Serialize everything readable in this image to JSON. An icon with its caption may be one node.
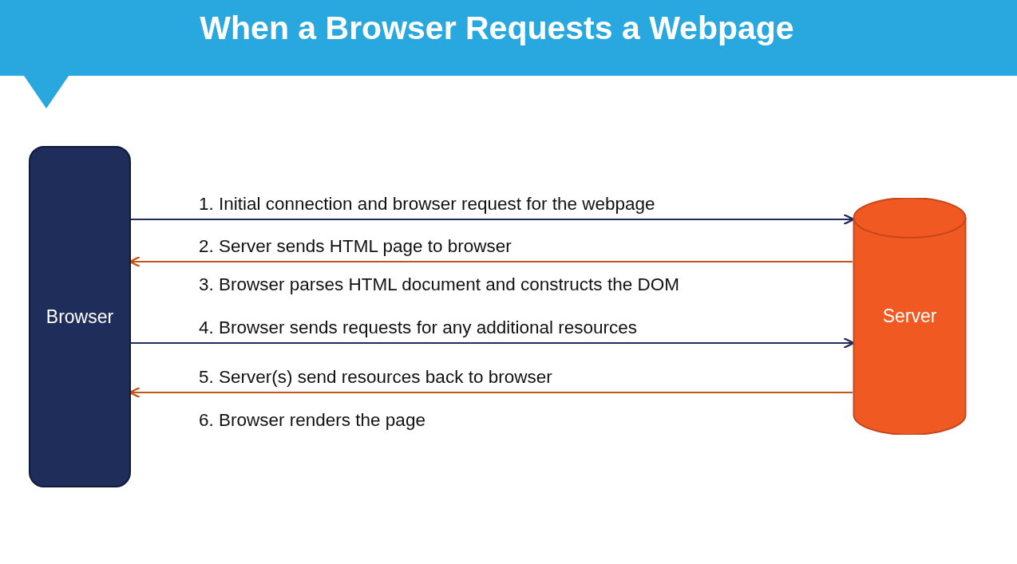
{
  "diagram": {
    "title": "When a Browser Requests a Webpage",
    "nodes": [
      {
        "text": [
          "Browser"
        ]
      },
      {
        "text": [
          "Server"
        ]
      }
    ],
    "edges": [
      {
        "from": 0,
        "to": 1,
        "arrow": "to",
        "label": "1. Initial connection and browser request for the webpage",
        "color": "#1f2d5a"
      },
      {
        "from": 1,
        "to": 0,
        "arrow": "to",
        "label": "2. Server sends HTML page to browser",
        "color": "#c0561c"
      },
      {
        "from": 0,
        "to": 1,
        "arrow": "to",
        "label": "4. Browser sends requests for any additional resources",
        "color": "#1f2d5a"
      },
      {
        "from": 1,
        "to": 0,
        "arrow": "to",
        "label": "5. Server(s) send resources back to browser",
        "color": "#c0561c"
      }
    ],
    "labels": [
      "3. Browser parses HTML document and constructs the DOM",
      "6. Browser renders the page"
    ]
  }
}
